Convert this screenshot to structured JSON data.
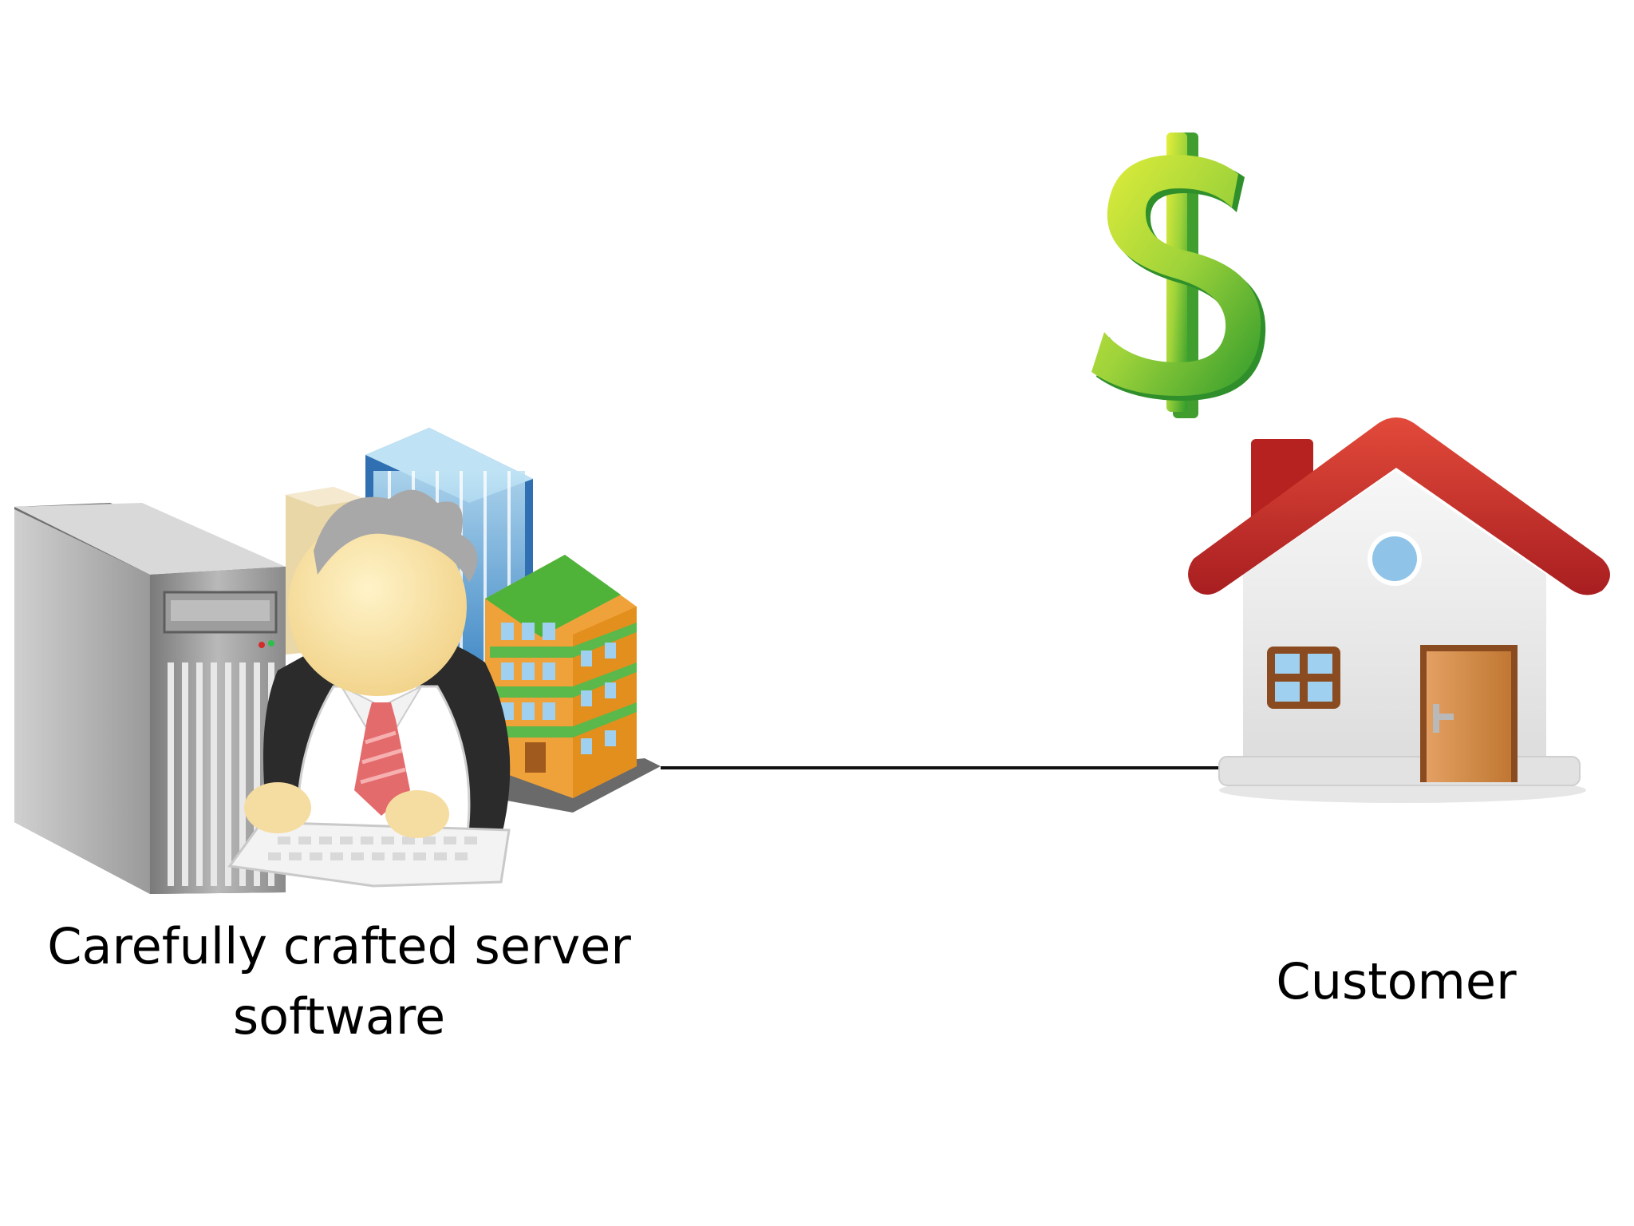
{
  "server_side": {
    "caption_line1": "Carefully crafted server",
    "caption_line2": "software"
  },
  "customer_side": {
    "caption": "Customer"
  },
  "icons": {
    "server": "server-tower-icon",
    "worker": "businessman-at-keyboard-icon",
    "buildings": "office-buildings-icon",
    "money": "dollar-sign-icon",
    "home": "house-icon"
  },
  "colors": {
    "line": "#111111",
    "dollar": "#6cbb2c",
    "roof": "#c0282a",
    "door": "#d08a4a",
    "window": "#8fc4e8"
  }
}
